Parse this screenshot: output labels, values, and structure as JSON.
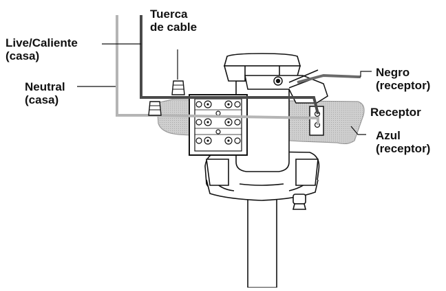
{
  "labels": {
    "wire_nut": {
      "line1": "Tuerca",
      "line2": "de cable"
    },
    "live": {
      "line1": "Live/Caliente",
      "line2": "(casa)"
    },
    "neutral": {
      "line1": "Neutral",
      "line2": "(casa)"
    },
    "black": {
      "line1": "Negro",
      "line2": "(receptor)"
    },
    "receiver": {
      "line1": "Receptor"
    },
    "blue": {
      "line1": "Azul",
      "line2": "(receptor)"
    }
  },
  "colors": {
    "outline": "#111111",
    "live_wire": "#4a4a4a",
    "neutral_wire": "#b5b5b5",
    "receiver_fill": "#c8c8c8",
    "background": "#ffffff"
  }
}
